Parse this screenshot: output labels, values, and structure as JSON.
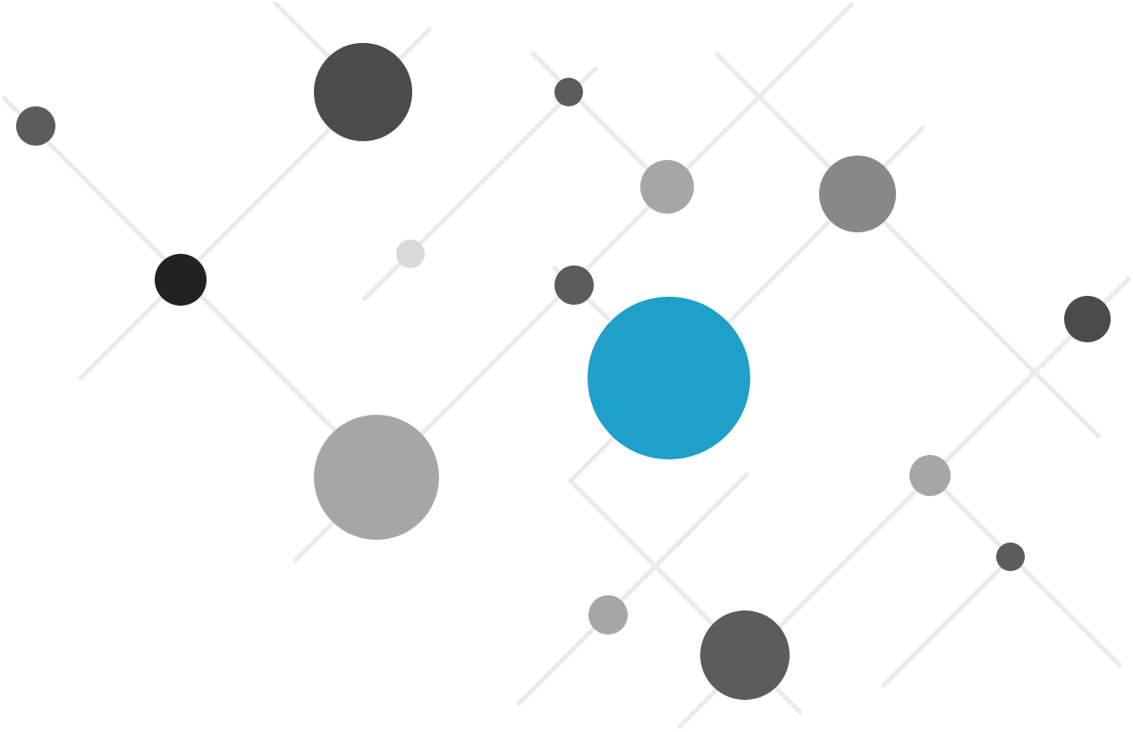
{
  "colors": {
    "background": "#ffffff",
    "line": "#ebebeb",
    "accent": "#1ea0cb",
    "dark": "#222222",
    "charcoal": "#4b4b4b",
    "gray_dark": "#5c5c5c",
    "gray_mid": "#888888",
    "gray_light": "#a6a6a6",
    "gray_pale": "#d9d9d9"
  },
  "nodes": [
    {
      "id": "node-1",
      "tone": "gray_dark"
    },
    {
      "id": "node-2",
      "tone": "charcoal"
    },
    {
      "id": "node-3",
      "tone": "dark"
    },
    {
      "id": "node-4",
      "tone": "gray_light"
    },
    {
      "id": "node-5",
      "tone": "gray_pale"
    },
    {
      "id": "node-6",
      "tone": "gray_dark"
    },
    {
      "id": "node-7",
      "tone": "gray_light"
    },
    {
      "id": "node-8",
      "tone": "gray_dark"
    },
    {
      "id": "node-9",
      "tone": "accent"
    },
    {
      "id": "node-10",
      "tone": "gray_mid"
    },
    {
      "id": "node-11",
      "tone": "charcoal"
    },
    {
      "id": "node-12",
      "tone": "gray_light"
    },
    {
      "id": "node-13",
      "tone": "gray_dark"
    },
    {
      "id": "node-14",
      "tone": "gray_light"
    },
    {
      "id": "node-15",
      "tone": "gray_dark"
    }
  ]
}
